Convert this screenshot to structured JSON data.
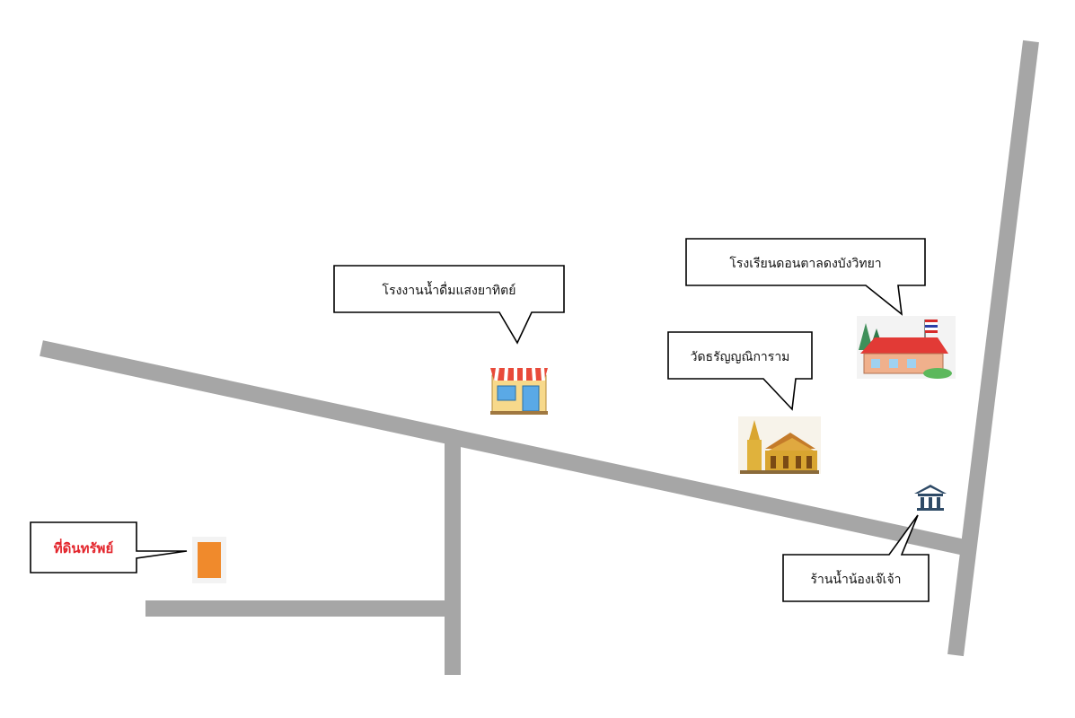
{
  "map": {
    "colors": {
      "road": "#a6a6a6",
      "property_marker": "#f08a2c",
      "property_label": "#e3242b",
      "shop_awning": "#e84a3a",
      "school_roof": "#e23a36",
      "temple_gold": "#d9a530",
      "house_icon": "#2e4a66"
    },
    "landmarks": {
      "water_factory": {
        "label": "โรงงานน้ำดื่มแสงยาทิตย์",
        "icon": "shop-icon"
      },
      "school": {
        "label": "โรงเรียนดอนตาลดงบังวิทยา",
        "icon": "school-icon"
      },
      "temple": {
        "label": "วัดธรัญญณิการาม",
        "icon": "temple-icon"
      },
      "water_shop": {
        "label": "ร้านน้ำน้องเจ๊เจ้า",
        "icon": "house-icon"
      },
      "property": {
        "label": "ที่ดินทรัพย์",
        "icon": "property-marker-icon"
      }
    }
  }
}
